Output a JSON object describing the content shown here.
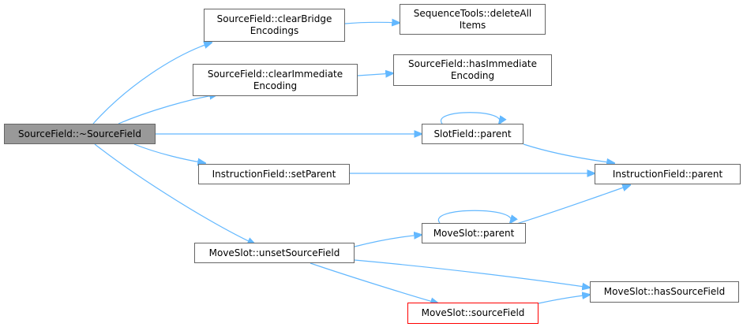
{
  "diagram": {
    "edge_color": "#63b8ff",
    "node_border_color": "#666666",
    "root_fill": "#999999",
    "highlight_border": "#ff0000",
    "nodes": {
      "root": "SourceField::~SourceField",
      "clear_bridge": "SourceField::clearBridge\nEncodings",
      "delete_all": "SequenceTools::deleteAll\nItems",
      "clear_immediate": "SourceField::clearImmediate\nEncoding",
      "has_immediate": "SourceField::hasImmediate\nEncoding",
      "slotfield_parent": "SlotField::parent",
      "set_parent": "InstructionField::setParent",
      "instr_parent": "InstructionField::parent",
      "moveslot_parent": "MoveSlot::parent",
      "unset_source": "MoveSlot::unsetSourceField",
      "has_source": "MoveSlot::hasSourceField",
      "source_field": "MoveSlot::sourceField"
    }
  }
}
